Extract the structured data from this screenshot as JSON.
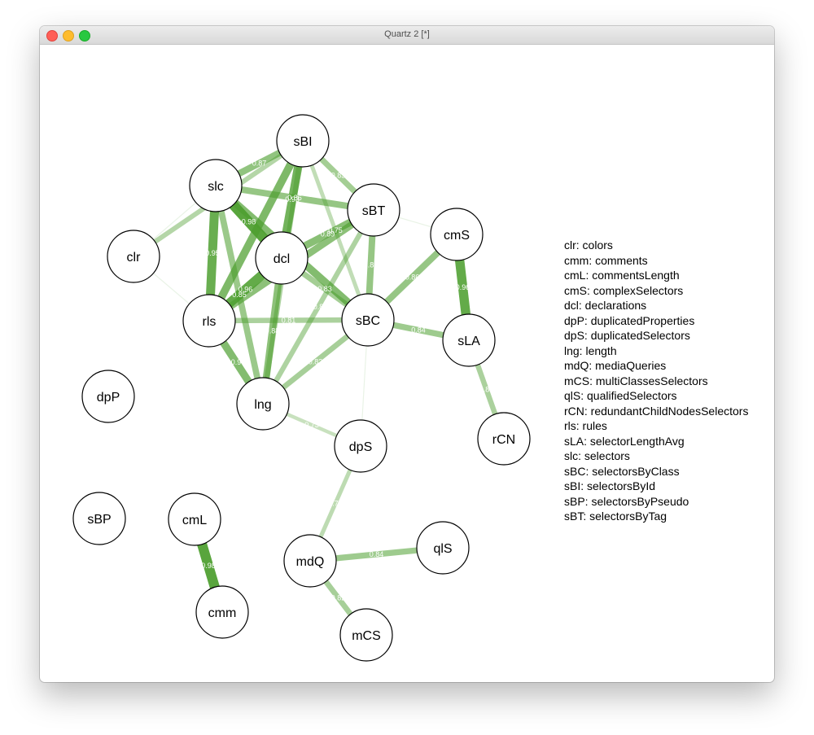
{
  "window": {
    "title": "Quartz 2 [*]"
  },
  "colors": {
    "edge": "#4c9e2e",
    "node_fill": "#ffffff",
    "node_stroke": "#000000",
    "edge_label": "#ffffff"
  },
  "chart_data": {
    "type": "network",
    "nodes": [
      {
        "id": "sBI"
      },
      {
        "id": "slc"
      },
      {
        "id": "sBT"
      },
      {
        "id": "cmS"
      },
      {
        "id": "clr"
      },
      {
        "id": "dcl"
      },
      {
        "id": "rls"
      },
      {
        "id": "sBC"
      },
      {
        "id": "sLA"
      },
      {
        "id": "dpP"
      },
      {
        "id": "lng"
      },
      {
        "id": "dpS"
      },
      {
        "id": "rCN"
      },
      {
        "id": "sBP"
      },
      {
        "id": "cmL"
      },
      {
        "id": "mdQ"
      },
      {
        "id": "qlS"
      },
      {
        "id": "cmm"
      },
      {
        "id": "mCS"
      }
    ],
    "edges": [
      {
        "source": "slc",
        "target": "rls",
        "weight": 0.95,
        "label": "0.95"
      },
      {
        "source": "slc",
        "target": "dcl",
        "weight": 0.98,
        "label": "0.98"
      },
      {
        "source": "slc",
        "target": "lng",
        "weight": 0.85,
        "label": "0.85"
      },
      {
        "source": "slc",
        "target": "sBI",
        "weight": 0.87,
        "label": "0.87"
      },
      {
        "source": "slc",
        "target": "sBT",
        "weight": 0.86,
        "label": "0.86"
      },
      {
        "source": "slc",
        "target": "sBC",
        "weight": 0.9,
        "label": "0.9"
      },
      {
        "source": "slc",
        "target": "clr",
        "weight": 0.5,
        "label": ""
      },
      {
        "source": "clr",
        "target": "sBI",
        "weight": 0.79,
        "label": "0.79"
      },
      {
        "source": "clr",
        "target": "rls",
        "weight": 0.4,
        "label": ""
      },
      {
        "source": "sBI",
        "target": "sBT",
        "weight": 0.83,
        "label": "0.83"
      },
      {
        "source": "sBI",
        "target": "dcl",
        "weight": 0.93,
        "label": "0.93"
      },
      {
        "source": "sBI",
        "target": "rls",
        "weight": 0.91,
        "label": ""
      },
      {
        "source": "sBI",
        "target": "lng",
        "weight": 0.8,
        "label": ""
      },
      {
        "source": "sBI",
        "target": "sBC",
        "weight": 0.75,
        "label": "0.75"
      },
      {
        "source": "sBT",
        "target": "dcl",
        "weight": 0.89,
        "label": "0.89"
      },
      {
        "source": "sBT",
        "target": "rls",
        "weight": 0.88,
        "label": ""
      },
      {
        "source": "sBT",
        "target": "sBC",
        "weight": 0.86,
        "label": "0.86"
      },
      {
        "source": "sBT",
        "target": "lng",
        "weight": 0.8,
        "label": "0.8"
      },
      {
        "source": "sBT",
        "target": "cmS",
        "weight": 0.45,
        "label": ""
      },
      {
        "source": "dcl",
        "target": "rls",
        "weight": 0.96,
        "label": "0.96"
      },
      {
        "source": "dcl",
        "target": "lng",
        "weight": 0.88,
        "label": "0.88"
      },
      {
        "source": "dcl",
        "target": "sBC",
        "weight": 0.83,
        "label": "0.83"
      },
      {
        "source": "rls",
        "target": "lng",
        "weight": 0.9,
        "label": "0.9"
      },
      {
        "source": "rls",
        "target": "sBC",
        "weight": 0.81,
        "label": "0.81"
      },
      {
        "source": "lng",
        "target": "sBC",
        "weight": 0.82,
        "label": "0.82"
      },
      {
        "source": "lng",
        "target": "dpS",
        "weight": 0.73,
        "label": "0.73"
      },
      {
        "source": "sBC",
        "target": "cmS",
        "weight": 0.86,
        "label": "0.86"
      },
      {
        "source": "sBC",
        "target": "sLA",
        "weight": 0.84,
        "label": "0.84"
      },
      {
        "source": "sBC",
        "target": "dpS",
        "weight": 0.5,
        "label": ""
      },
      {
        "source": "cmS",
        "target": "sLA",
        "weight": 0.96,
        "label": "0.96"
      },
      {
        "source": "sLA",
        "target": "rCN",
        "weight": 0.81,
        "label": "0.81"
      },
      {
        "source": "dpS",
        "target": "mdQ",
        "weight": 0.76,
        "label": "0.76"
      },
      {
        "source": "mdQ",
        "target": "qlS",
        "weight": 0.84,
        "label": "0.84"
      },
      {
        "source": "mdQ",
        "target": "mCS",
        "weight": 0.82,
        "label": "0.82"
      },
      {
        "source": "cmL",
        "target": "cmm",
        "weight": 0.98,
        "label": "0.98"
      }
    ]
  },
  "legend": [
    "clr: colors",
    "cmm: comments",
    "cmL: commentsLength",
    "cmS: complexSelectors",
    "dcl: declarations",
    "dpP: duplicatedProperties",
    "dpS: duplicatedSelectors",
    "lng: length",
    "mdQ: mediaQueries",
    "mCS: multiClassesSelectors",
    "qlS: qualifiedSelectors",
    "rCN: redundantChildNodesSelectors",
    "rls: rules",
    "sLA: selectorLengthAvg",
    "slc: selectors",
    "sBC: selectorsByClass",
    "sBI: selectorsById",
    "sBP: selectorsByPseudo",
    "sBT: selectorsByTag"
  ]
}
